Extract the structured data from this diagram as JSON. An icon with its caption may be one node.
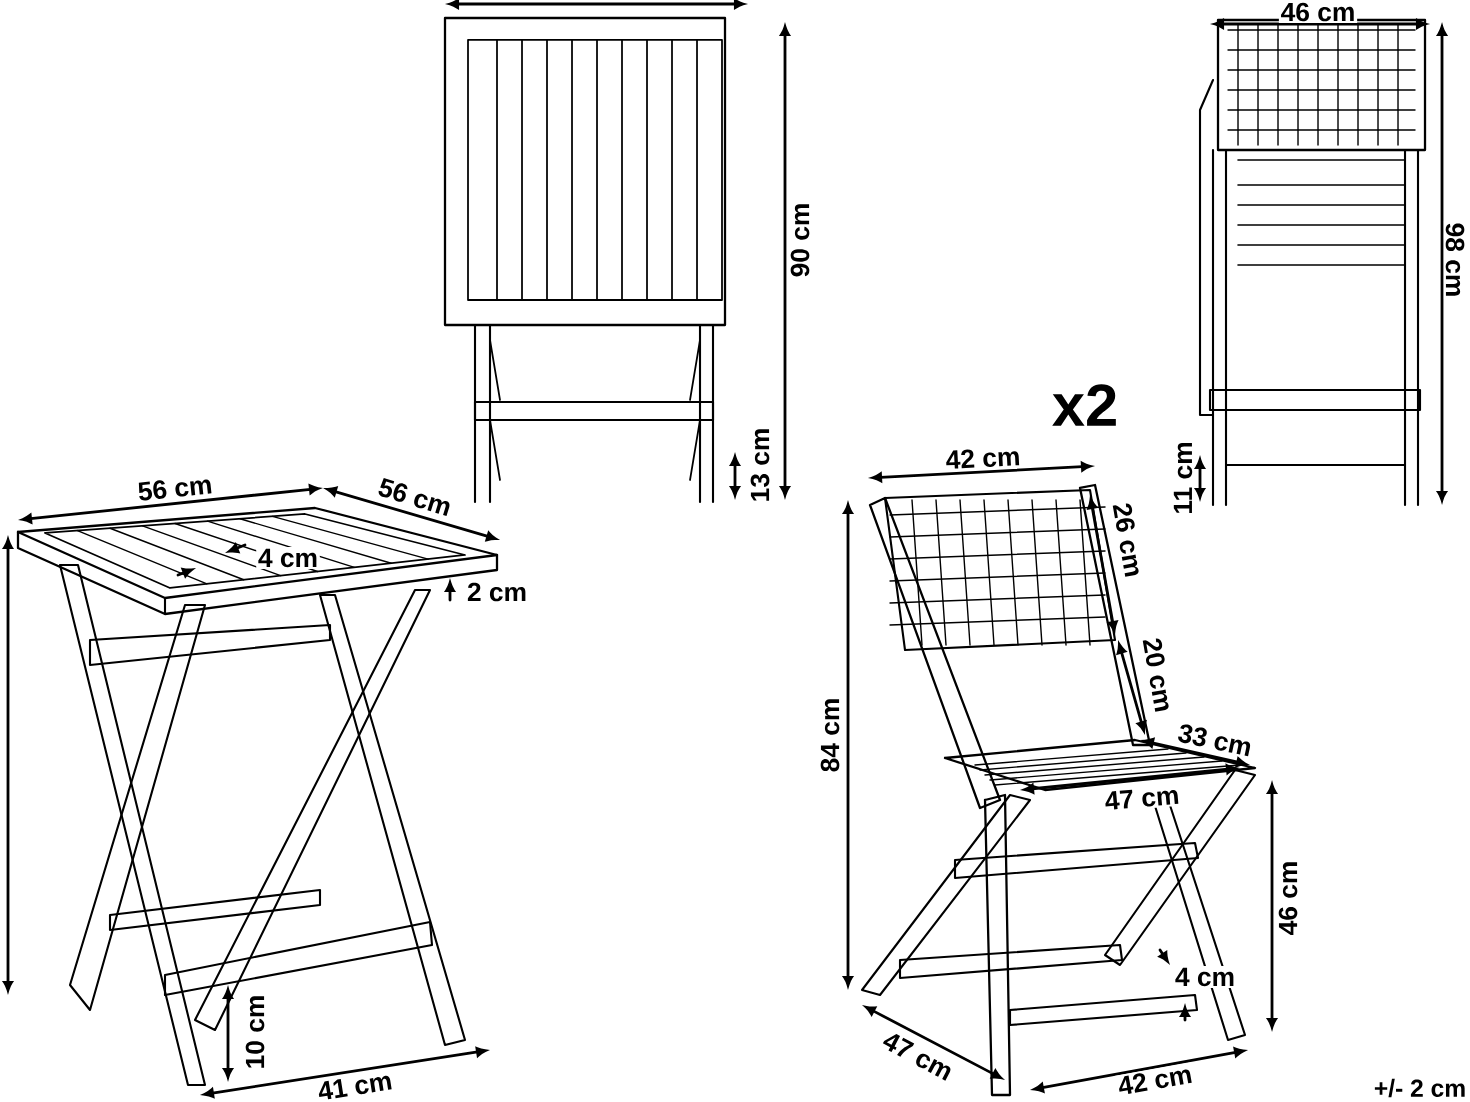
{
  "diagram": {
    "labels": [
      "46 cm",
      "90 cm",
      "98 cm",
      "x2",
      "13 cm",
      "11 cm",
      "42 cm",
      "56 cm",
      "56 cm",
      "26 cm",
      "4 cm",
      "2 cm",
      "20 cm",
      "33 cm",
      "84 cm",
      "47 cm",
      "46 cm",
      "4 cm",
      "10 cm",
      "47 cm",
      "41 cm",
      "42 cm",
      "+/- 2 cm"
    ]
  }
}
